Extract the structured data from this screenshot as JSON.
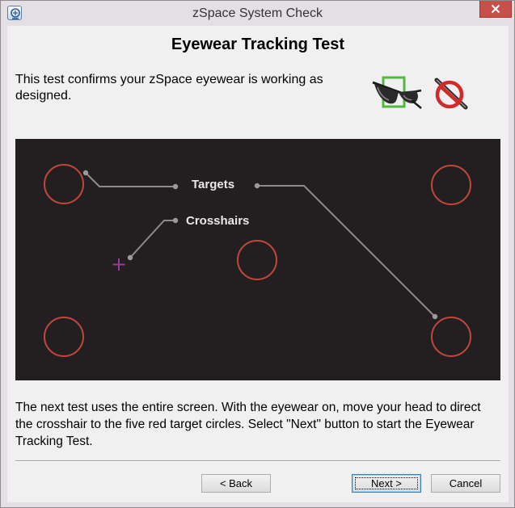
{
  "window": {
    "title": "zSpace System Check"
  },
  "page": {
    "heading": "Eyewear Tracking Test",
    "intro": "This test confirms your zSpace eyewear is working as designed.",
    "instructions": "The next test uses the entire screen. With the eyewear on, move your head to direct the crosshair to the five red target circles. Select \"Next\" button to start the Eyewear Tracking Test."
  },
  "diagram": {
    "targets_label": "Targets",
    "crosshairs_label": "Crosshairs"
  },
  "buttons": {
    "back": "< Back",
    "next": "Next >",
    "cancel": "Cancel"
  },
  "icons": {
    "app": "zspace-app-icon",
    "close": "close-icon",
    "eyewear": "eyewear-icon",
    "stylus": "no-stylus-icon"
  },
  "colors": {
    "close_button": "#c7504a",
    "diagram_bg": "#231f20",
    "target_ring": "#c0473c",
    "crosshair": "#9b3a9b",
    "eyewear_highlight": "#55b83e"
  }
}
